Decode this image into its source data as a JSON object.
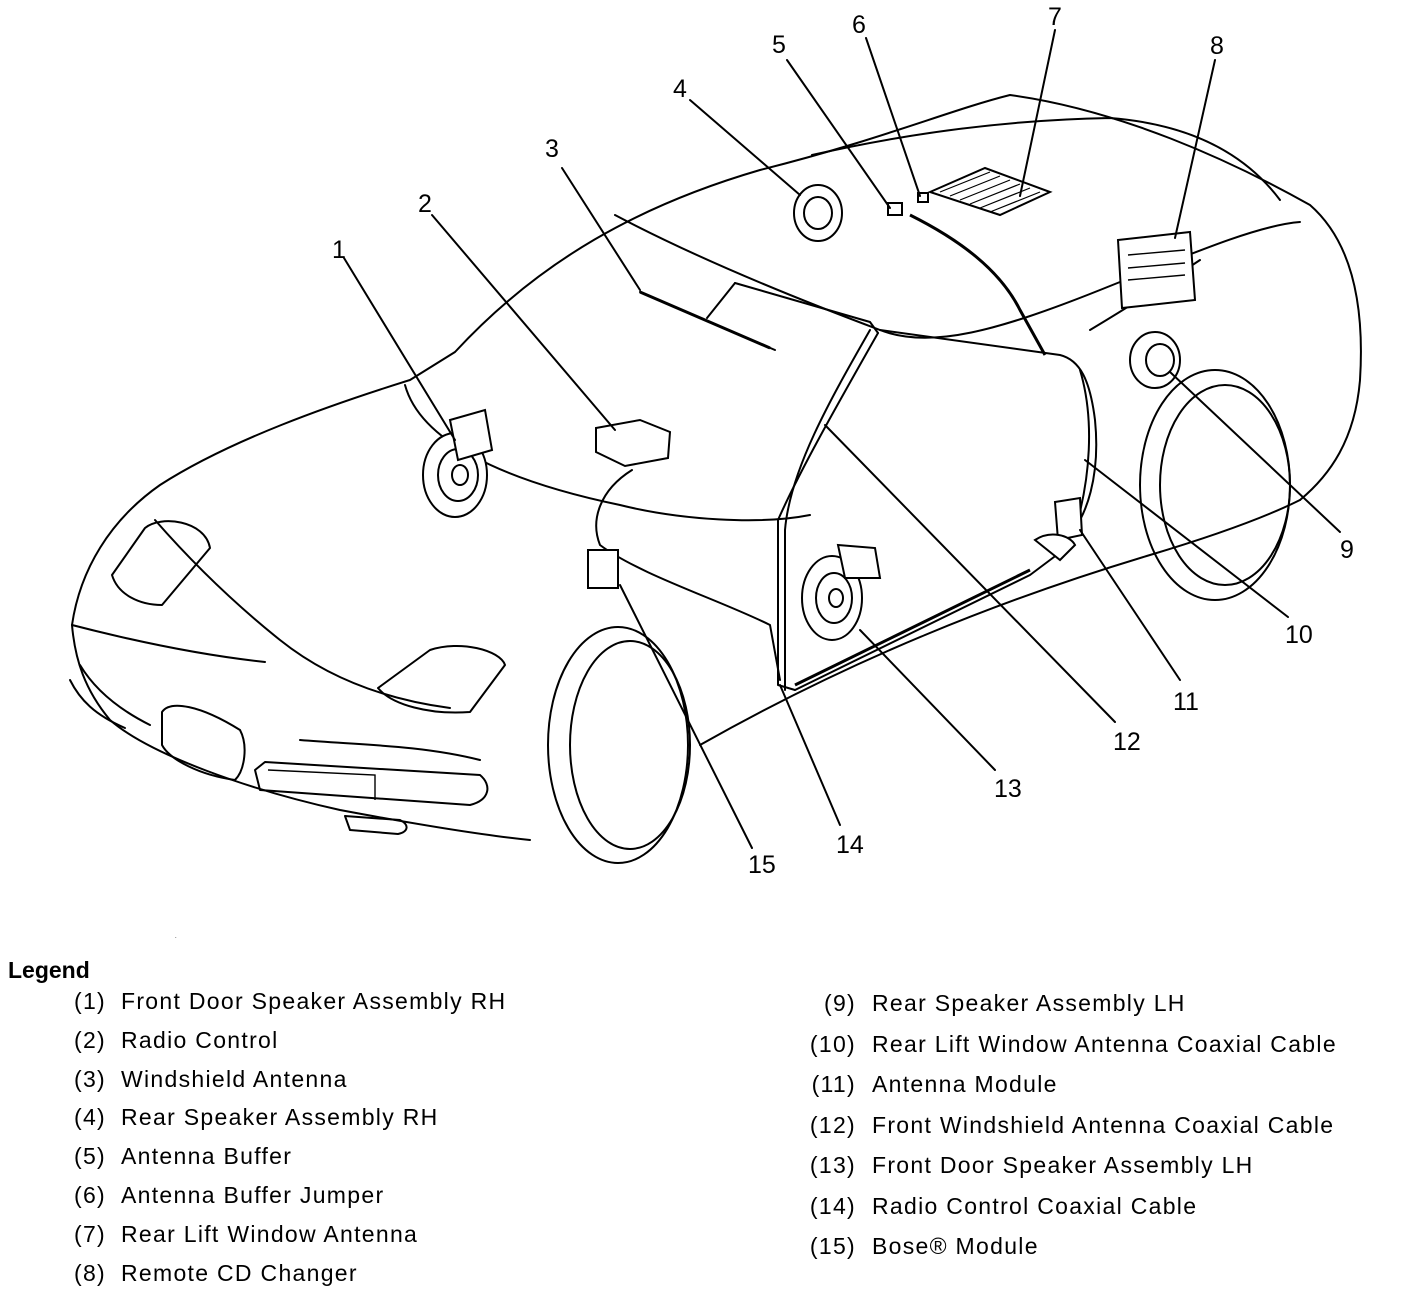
{
  "legend": {
    "title": "Legend",
    "items": [
      {
        "num": "(1)",
        "text": "Front Door Speaker Assembly RH"
      },
      {
        "num": "(2)",
        "text": "Radio Control"
      },
      {
        "num": "(3)",
        "text": "Windshield Antenna"
      },
      {
        "num": "(4)",
        "text": "Rear Speaker Assembly RH"
      },
      {
        "num": "(5)",
        "text": "Antenna Buffer"
      },
      {
        "num": "(6)",
        "text": "Antenna Buffer Jumper"
      },
      {
        "num": "(7)",
        "text": "Rear Lift Window Antenna"
      },
      {
        "num": "(8)",
        "text": "Remote CD Changer"
      },
      {
        "num": "(9)",
        "text": "Rear Speaker Assembly LH"
      },
      {
        "num": "(10)",
        "text": "Rear Lift Window Antenna Coaxial Cable"
      },
      {
        "num": "(11)",
        "text": "Antenna Module"
      },
      {
        "num": "(12)",
        "text": "Front Windshield Antenna Coaxial Cable"
      },
      {
        "num": "(13)",
        "text": "Front Door Speaker Assembly LH"
      },
      {
        "num": "(14)",
        "text": "Radio Control Coaxial Cable"
      },
      {
        "num": "(15)",
        "text": "Bose® Module"
      }
    ]
  },
  "callouts": [
    "1",
    "2",
    "3",
    "4",
    "5",
    "6",
    "7",
    "8",
    "9",
    "10",
    "11",
    "12",
    "13",
    "14",
    "15"
  ]
}
